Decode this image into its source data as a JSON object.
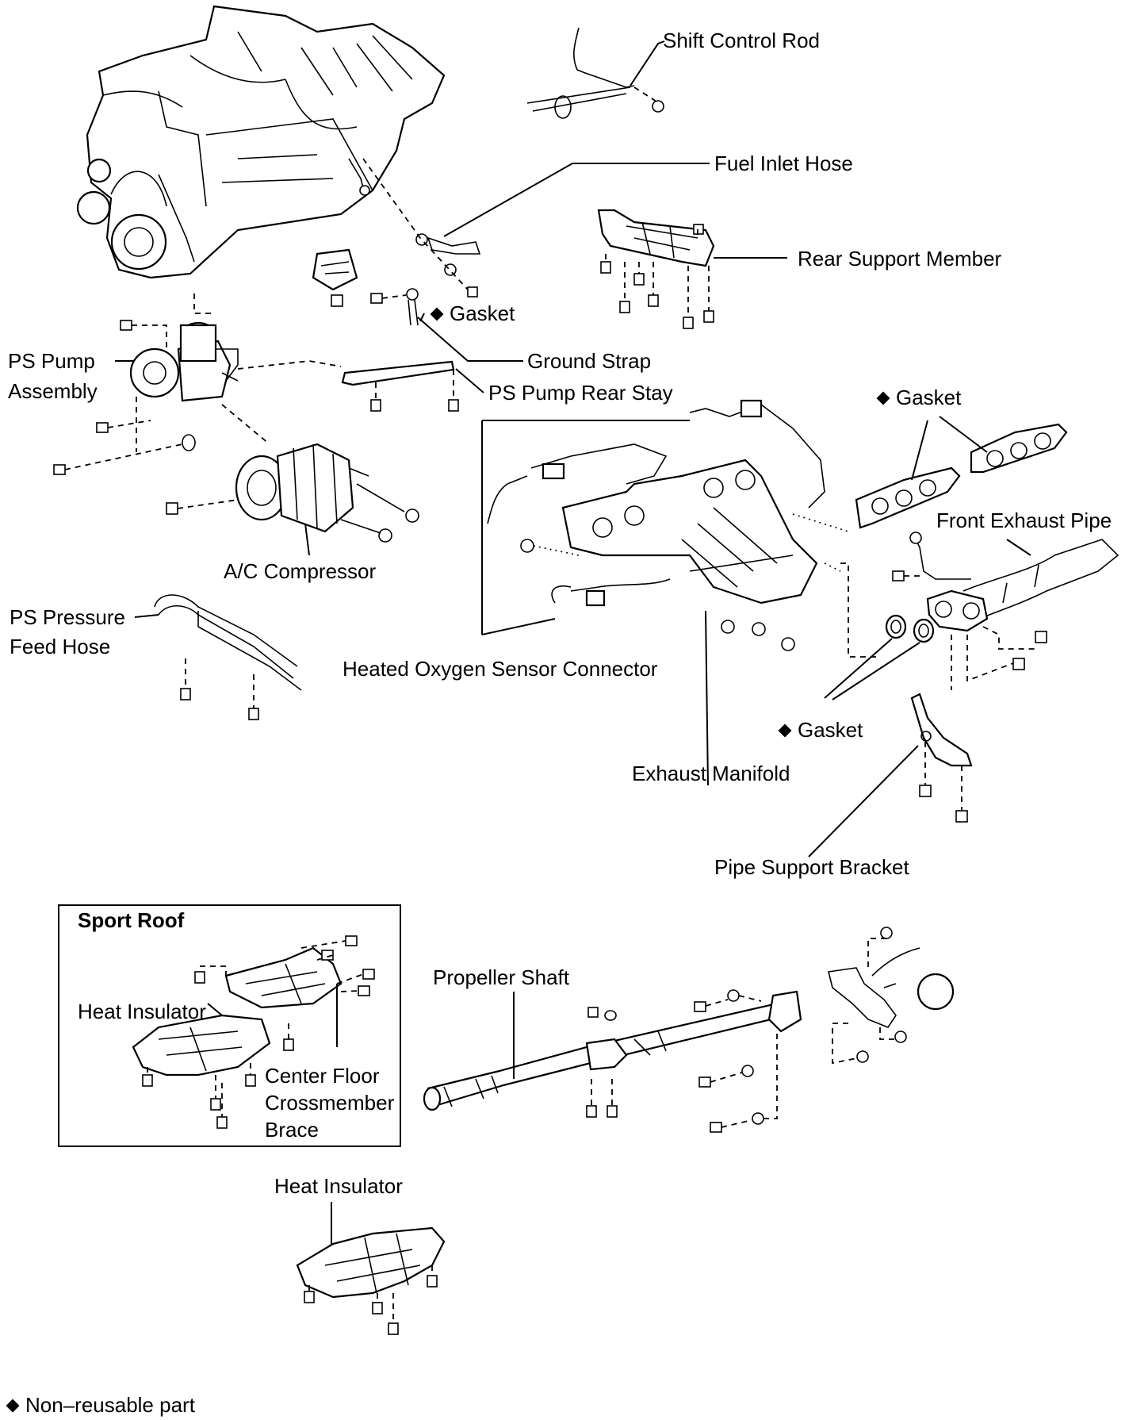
{
  "labels": {
    "shift_control_rod": "Shift Control Rod",
    "fuel_inlet_hose": "Fuel Inlet Hose",
    "rear_support_member": "Rear Support Member",
    "gasket_engine": "Gasket",
    "ground_strap": "Ground Strap",
    "ps_pump_assembly_line1": "PS Pump",
    "ps_pump_assembly_line2": "Assembly",
    "ps_pump_rear_stay": "PS Pump Rear Stay",
    "gasket_manifold": "Gasket",
    "front_exhaust_pipe": "Front Exhaust Pipe",
    "ac_compressor": "A/C Compressor",
    "ps_pressure_feed_hose_line1": "PS Pressure",
    "ps_pressure_feed_hose_line2": "Feed Hose",
    "heated_oxygen_sensor_connector": "Heated Oxygen Sensor Connector",
    "gasket_exhaust_pipe": "Gasket",
    "exhaust_manifold": "Exhaust Manifold",
    "pipe_support_bracket": "Pipe Support Bracket",
    "propeller_shaft": "Propeller Shaft",
    "heat_insulator_main": "Heat Insulator"
  },
  "sport_roof": {
    "title": "Sport Roof",
    "heat_insulator": "Heat Insulator",
    "center_floor_line1": "Center Floor",
    "center_floor_line2": "Crossmember",
    "center_floor_line3": "Brace"
  },
  "legend": {
    "non_reusable": "Non–reusable part"
  }
}
